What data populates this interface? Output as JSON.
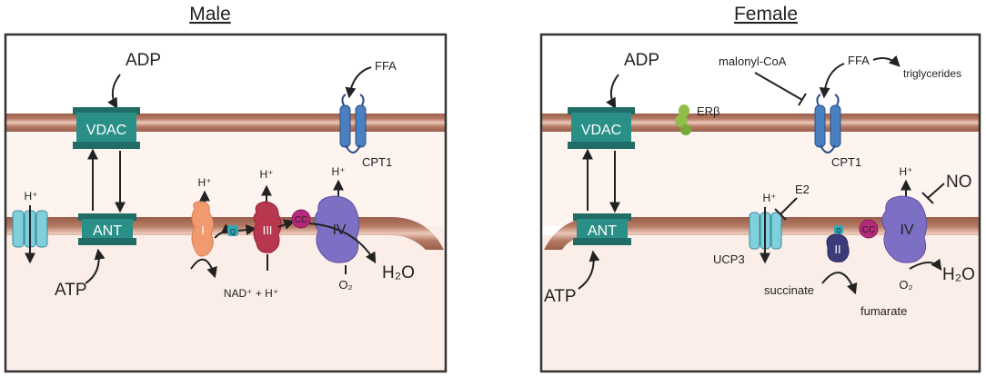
{
  "panels": [
    {
      "title": "Male",
      "labels": {
        "adp": "ADP",
        "atp": "ATP",
        "vdac": "VDAC",
        "ant": "ANT",
        "ffa": "FFA",
        "cpt1": "CPT1",
        "h_leak": "H⁺",
        "h_c1": "H⁺",
        "h_c3": "H⁺",
        "h_c4": "H⁺",
        "c1": "I",
        "q": "Q",
        "c3": "III",
        "cc": "CC",
        "c4": "IV",
        "o2": "O₂",
        "h2o": "H₂O",
        "nad": "NAD⁺ + H⁺"
      }
    },
    {
      "title": "Female",
      "labels": {
        "adp": "ADP",
        "atp": "ATP",
        "vdac": "VDAC",
        "ant": "ANT",
        "malonyl": "malonyl-CoA",
        "ffa": "FFA",
        "triglycerides": "triglycerides",
        "er_beta": "ERβ",
        "cpt1": "CPT1",
        "h_ucp3": "H⁺",
        "e2": "E2",
        "ucp3": "UCP3",
        "q": "Q",
        "c2": "II",
        "cc": "CC",
        "c4": "IV",
        "h_c4": "H⁺",
        "no": "NO",
        "o2": "O₂",
        "h2o": "H₂O",
        "succinate": "succinate",
        "fumarate": "fumarate"
      }
    }
  ],
  "colors": {
    "membrane_brown": "#a86a55",
    "membrane_light": "#e7c2b2",
    "matrix_bg": "#fdf4f0",
    "transporter_teal": "#2a8f87",
    "cpt1_blue": "#4a7fc0",
    "complex1_orange": "#f29a6f",
    "complex3_red": "#b8364e",
    "complex4_purple": "#7d6fc4",
    "cc_magenta": "#b5297a",
    "er_green": "#8fbf4a",
    "ucp3_cyan": "#7fd0dc",
    "complex2_navy": "#3b3b7a"
  }
}
